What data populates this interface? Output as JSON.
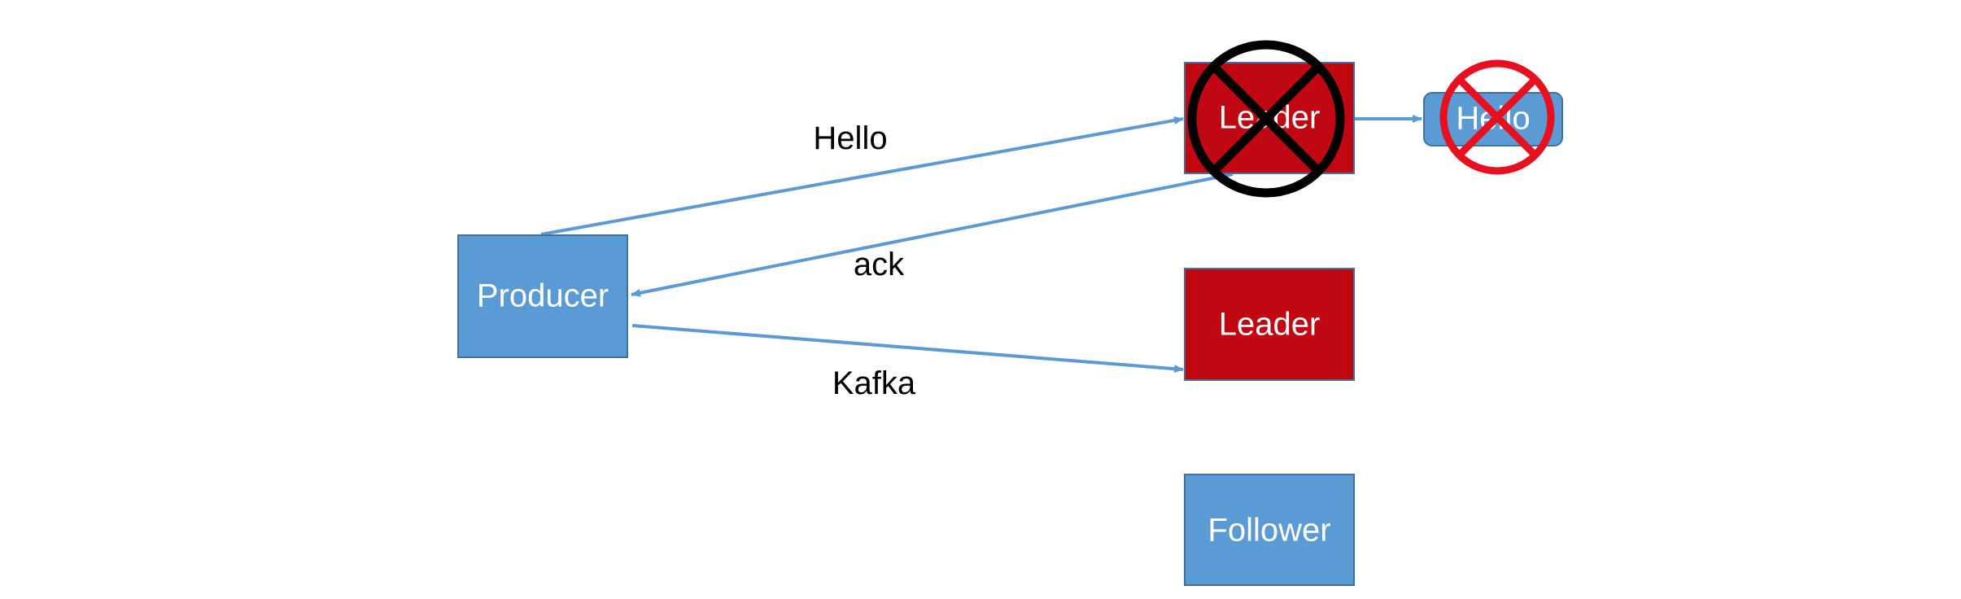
{
  "nodes": {
    "producer": {
      "label": "Producer",
      "fill": "#5b9bd5"
    },
    "leader_failed": {
      "label": "Leader",
      "fill": "#c00712",
      "failed": true
    },
    "leader_new": {
      "label": "Leader",
      "fill": "#c00712"
    },
    "follower": {
      "label": "Follower",
      "fill": "#5b9bd5"
    },
    "message_lost": {
      "label": "Hello",
      "fill": "#5b9bd5",
      "failed": true
    }
  },
  "edges": {
    "hello": {
      "label": "Hello"
    },
    "ack": {
      "label": "ack"
    },
    "kafka": {
      "label": "Kafka"
    }
  },
  "colors": {
    "arrow": "#5b9bd5",
    "box_border": "#41719c",
    "failed_mark_leader": "#000000",
    "failed_mark_message": "#e8101f"
  }
}
